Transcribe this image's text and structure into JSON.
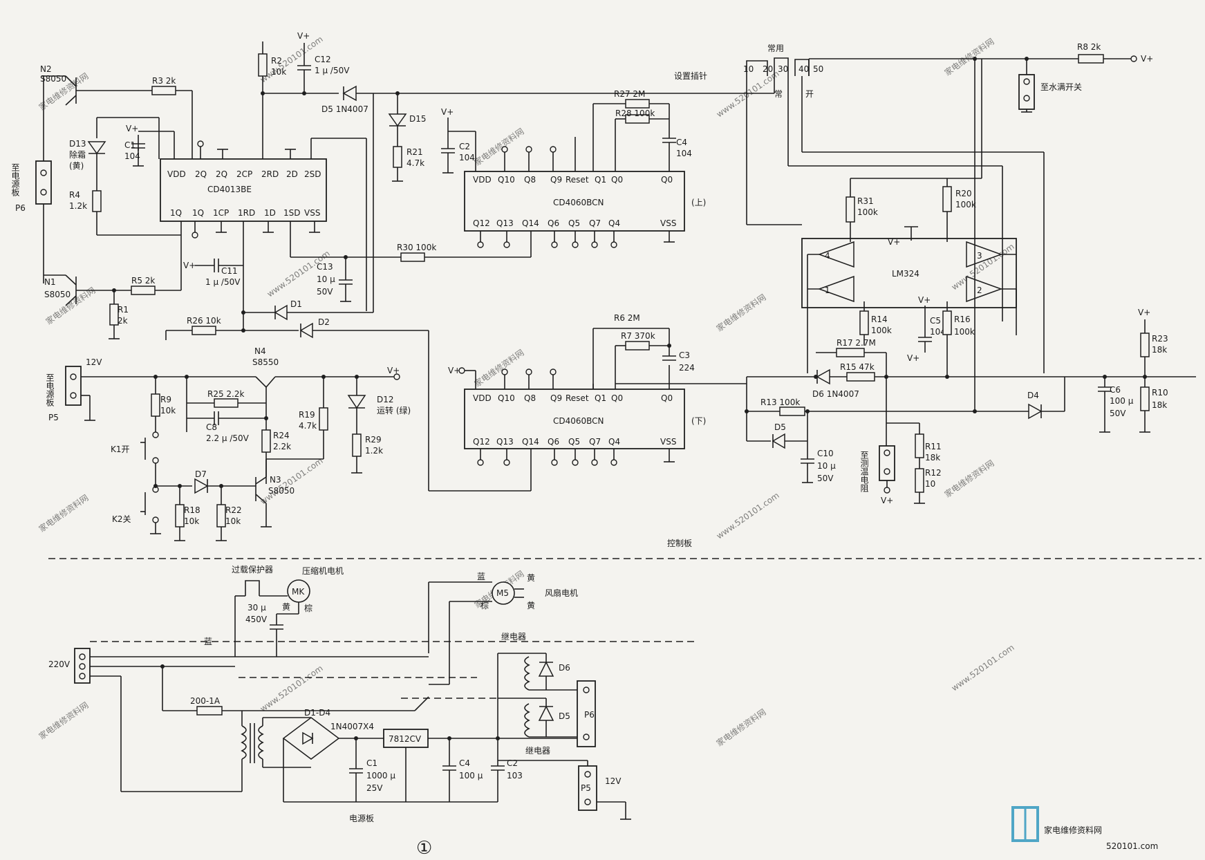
{
  "diagram": {
    "figure_number": "①",
    "sections": {
      "control_board": "控制板",
      "power_board": "电源板",
      "setting_pins": "设置插针"
    },
    "ics": {
      "cd4013": {
        "name": "CD4013BE",
        "pins_top": [
          "VDD",
          "2Q",
          "2Q",
          "2CP",
          "2RD",
          "2D",
          "2SD"
        ],
        "pins_bottom": [
          "1Q",
          "1Q",
          "1CP",
          "1RD",
          "1D",
          "1SD",
          "VSS"
        ]
      },
      "cd4060_upper": {
        "name": "CD4060BCN",
        "tag": "(上)",
        "pins_top": [
          "VDD",
          "Q10",
          "Q8",
          "Q9",
          "Reset",
          "Q1",
          "Q0",
          "Q0"
        ],
        "pins_bottom": [
          "Q12",
          "Q13",
          "Q14",
          "Q6",
          "Q5",
          "Q7",
          "Q4",
          "VSS"
        ]
      },
      "cd4060_lower": {
        "name": "CD4060BCN",
        "tag": "(下)",
        "pins_top": [
          "VDD",
          "Q10",
          "Q8",
          "Q9",
          "Reset",
          "Q1",
          "Q0",
          "Q0"
        ],
        "pins_bottom": [
          "Q12",
          "Q13",
          "Q14",
          "Q6",
          "Q5",
          "Q7",
          "Q4",
          "VSS"
        ]
      },
      "lm324": {
        "name": "LM324",
        "units": [
          "4",
          "3",
          "1",
          "2"
        ]
      }
    },
    "transistors": {
      "n2": {
        "ref": "N2",
        "type": "S8050"
      },
      "n1": {
        "ref": "N1",
        "type": "S8050"
      },
      "n4": {
        "ref": "N4",
        "type": "S8550"
      },
      "n3": {
        "ref": "N3",
        "type": "S8050"
      }
    },
    "labels": {
      "r3": "R3  2k",
      "r2": "R2",
      "r2v": "10k",
      "c12": "C12",
      "c12v": "1 μ /50V",
      "d5": "D5  1N4007",
      "d15": "D15",
      "r21": "R21",
      "r21v": "4.7k",
      "c2": "C2",
      "c2v": "104",
      "r27": "R27  2M",
      "r28": "R28  100k",
      "c4": "C4",
      "c4v": "104",
      "d13": "D13",
      "d13a": "除霜",
      "d13b": "(黄)",
      "c1": "C1",
      "c1v": "104",
      "r4": "R4",
      "r4v": "1.2k",
      "p6": "至电源板",
      "p6ref": "P6",
      "c11": "C11",
      "c11v": "1 μ /50V",
      "c13": "C13",
      "c13a": "10 μ",
      "c13b": "50V",
      "r30": "R30  100k",
      "r5": "R5  2k",
      "r1": "R1",
      "r1v": "2k",
      "d1": "D1",
      "d2": "D2",
      "r26": "R26  10k",
      "p5": "至电源板",
      "p5ref": "P5",
      "v12": "12V",
      "r9": "R9",
      "r9v": "10k",
      "r25": "R25  2.2k",
      "c8": "C8",
      "c8v": "2.2 μ /50V",
      "r24": "R24",
      "r24v": "2.2k",
      "r19": "R19",
      "r19v": "4.7k",
      "d12": "D12",
      "d12a": "运转 (绿)",
      "r29": "R29",
      "r29v": "1.2k",
      "k1": "K1开",
      "k2": "K2关",
      "d7": "D7",
      "r18": "R18",
      "r18v": "10k",
      "r22": "R22",
      "r22v": "10k",
      "r6": "R6  2M",
      "r7": "R7  370k",
      "c3": "C3",
      "c3v": "224",
      "vplus": "V+",
      "changyong": "常用",
      "chang": "常",
      "kai": "开",
      "pin_nums": [
        "10",
        "20",
        "30",
        "40",
        "50"
      ],
      "r8": "R8  2k",
      "water": "至水满开关",
      "r31": "R31",
      "r31v": "100k",
      "r20": "R20",
      "r20v": "100k",
      "r14": "R14",
      "r14v": "100k",
      "c5": "C5",
      "c5v": "104",
      "r16": "R16",
      "r16v": "100k",
      "r17": "R17  2.7M",
      "r15": "R15  47k",
      "d6": "D6  1N4007",
      "r13": "R13  100k",
      "d5b": "D5",
      "c10": "C10",
      "c10a": "10 μ",
      "c10b": "50V",
      "sensor": "至测温电阻",
      "r11": "R11",
      "r11v": "18k",
      "r12": "R12",
      "r12v": "10",
      "d4": "D4",
      "c6": "C6",
      "c6a": "100 μ",
      "c6b": "50V",
      "r23": "R23",
      "r23v": "18k",
      "r10": "R10",
      "r10v": "18k",
      "overload": "过载保护器",
      "compressor": "压缩机电机",
      "mk": "MK",
      "c30": "30 μ",
      "c30v": "450V",
      "yellow": "黄",
      "brown": "棕",
      "blue": "蓝",
      "m5": "M5",
      "fan": "风扇电机",
      "v220": "220V",
      "fuse": "200-1A",
      "bridge": "D1-D4",
      "bridge_type": "1N4007X4",
      "reg": "7812CV",
      "c1p": "C1",
      "c1pa": "1000 μ",
      "c1pb": "25V",
      "c4p": "C4",
      "c4pv": "100 μ",
      "c2p": "C2",
      "c2pv": "103",
      "relay": "继电器",
      "d6p": "D6",
      "d5p": "D5",
      "p6p": "P6",
      "p5p": "P5",
      "v12p": "12V"
    },
    "watermarks": [
      "家电维修资料网",
      "www.520101.com"
    ],
    "logo": {
      "text": "家电维修资料网",
      "url": "520101.com"
    }
  }
}
